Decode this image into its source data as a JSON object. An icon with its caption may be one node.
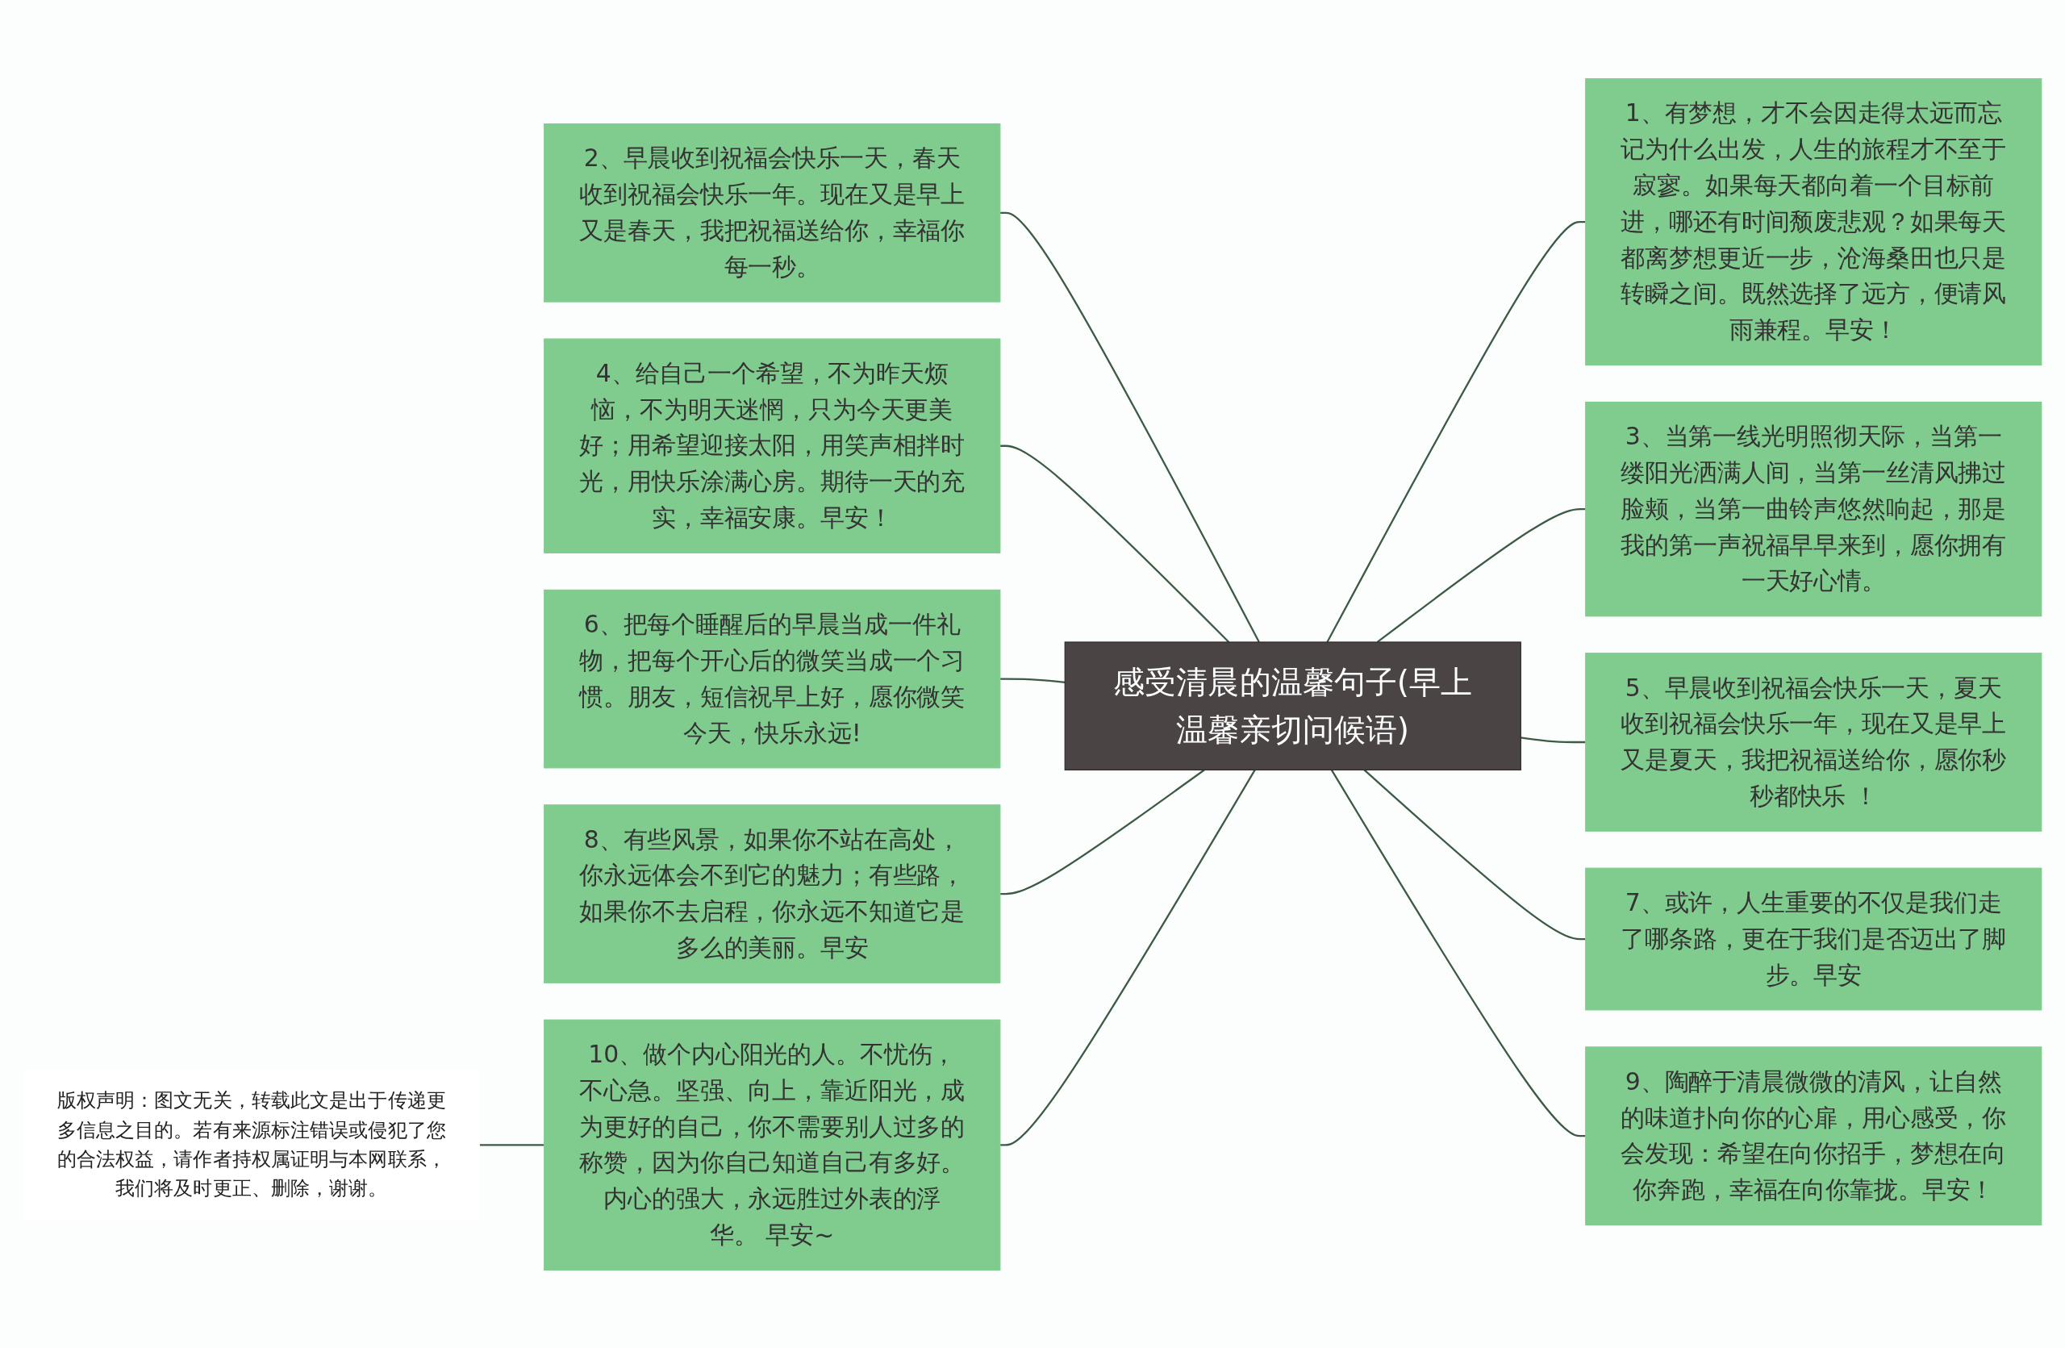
{
  "diagram": {
    "nodes": [
      {
        "text": [
          "感受清晨的温馨句子(早上温馨亲切问候语)"
        ]
      },
      {
        "text": [
          "2、早晨收到祝福会快乐一天，春天收到祝福会快乐一年。现在又是早上又是春天，我把祝福送给你，幸福你每一秒。"
        ]
      },
      {
        "text": [
          "4、给自己一个希望，不为昨天烦恼，不为明天迷惘，只为今天更美好；用希望迎接太阳，用笑声相拌时光，用快乐涂满心房。期待一天的充实，幸福安康。早安！"
        ]
      },
      {
        "text": [
          "6、把每个睡醒后的早晨当成一件礼物，把每个开心后的微笑当成一个习惯。朋友，短信祝早上好，愿你微笑今天，快乐永远!"
        ]
      },
      {
        "text": [
          "8、有些风景，如果你不站在高处，你永远体会不到它的魅力；有些路，如果你不去启程，你永远不知道它是多么的美丽。早安"
        ]
      },
      {
        "text": [
          "10、做个内心阳光的人。不忧伤，不心急。坚强、向上，靠近阳光，成为更好的自己，你不需要别人过多的称赞，因为你自己知道自己有多好。内心的强大，永远胜过外表的浮华。 早安~"
        ]
      },
      {
        "text": [
          "版权声明：图文无关，转载此文是出于传递更多信息之目的。若有来源标注错误或侵犯了您的合法权益，请作者持权属证明与本网联系，我们将及时更正、删除，谢谢。"
        ]
      },
      {
        "text": [
          "1、有梦想，才不会因走得太远而忘记为什么出发，人生的旅程才不至于寂寥。如果每天都向着一个目标前进，哪还有时间颓废悲观？如果每天都离梦想更近一步，沧海桑田也只是转瞬之间。既然选择了远方，便请风雨兼程。早安！"
        ]
      },
      {
        "text": [
          "3、当第一线光明照彻天际，当第一缕阳光洒满人间，当第一丝清风拂过脸颊，当第一曲铃声悠然响起，那是我的第一声祝福早早来到，愿你拥有一天好心情。"
        ]
      },
      {
        "text": [
          "5、早晨收到祝福会快乐一天，夏天收到祝福会快乐一年，现在又是早上又是夏天，我把祝福送给你，愿你秒秒都快乐 ！"
        ]
      },
      {
        "text": [
          "7、或许，人生重要的不仅是我们走了哪条路，更在于我们是否迈出了脚步。早安"
        ]
      },
      {
        "text": [
          "9、陶醉于清晨微微的清风，让自然的味道扑向你的心扉，用心感受，你会发现：希望在向你招手，梦想在向你奔跑，幸福在向你靠拢。早安！"
        ]
      }
    ],
    "edges": [
      {
        "from": 0,
        "to": 1,
        "arrow": "none"
      },
      {
        "from": 0,
        "to": 2,
        "arrow": "none"
      },
      {
        "from": 0,
        "to": 3,
        "arrow": "none"
      },
      {
        "from": 0,
        "to": 4,
        "arrow": "none"
      },
      {
        "from": 0,
        "to": 5,
        "arrow": "none"
      },
      {
        "from": 5,
        "to": 6,
        "arrow": "none"
      },
      {
        "from": 0,
        "to": 7,
        "arrow": "none"
      },
      {
        "from": 0,
        "to": 8,
        "arrow": "none"
      },
      {
        "from": 0,
        "to": 9,
        "arrow": "none"
      },
      {
        "from": 0,
        "to": 10,
        "arrow": "none"
      },
      {
        "from": 0,
        "to": 11,
        "arrow": "none"
      }
    ]
  }
}
